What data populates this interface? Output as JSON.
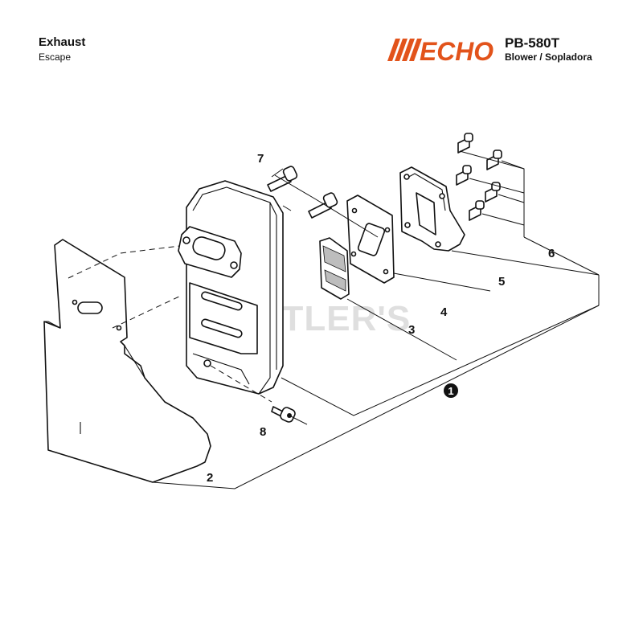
{
  "header": {
    "title": "Exhaust",
    "subtitle": "Escape",
    "model": "PB-580T",
    "model_description": "Blower / Sopladora"
  },
  "brand": {
    "logo_text": "ECHO",
    "accent_color": "#e2531b"
  },
  "watermark": "CUTLER'S",
  "callouts": {
    "c1": "1",
    "c2": "2",
    "c3": "3",
    "c4": "4",
    "c5": "5",
    "c6": "6",
    "c7": "7",
    "c8": "8"
  }
}
